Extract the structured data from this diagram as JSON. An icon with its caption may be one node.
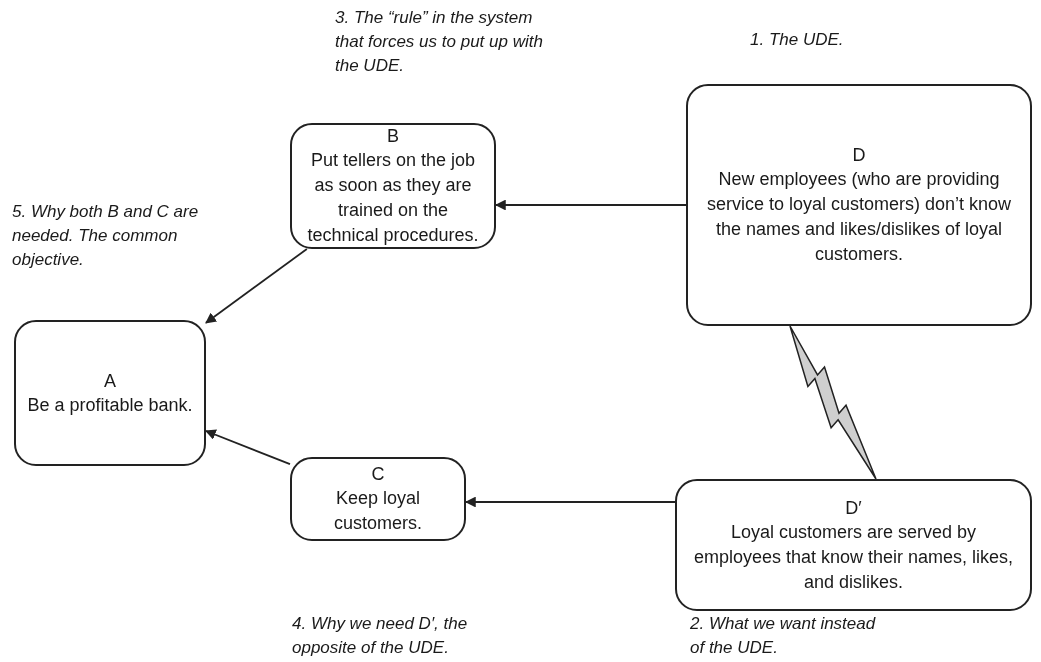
{
  "diagram": {
    "nodes": [
      {
        "text": [
          "A",
          "Be a profitable bank."
        ]
      },
      {
        "text": [
          "B",
          "Put tellers on the job as soon as they are trained on the technical procedures."
        ]
      },
      {
        "text": [
          "C",
          "Keep loyal customers."
        ]
      },
      {
        "text": [
          "D",
          "New employees (who are providing service to loyal customers) don’t know the names and likes/dislikes of loyal customers."
        ]
      },
      {
        "text": [
          "D′",
          "Loyal customers are served by employees that know their names, likes, and dislikes."
        ]
      }
    ],
    "edges": [
      {
        "from": 1,
        "to": 0,
        "arrow": "to"
      },
      {
        "from": 2,
        "to": 0,
        "arrow": "to"
      },
      {
        "from": 3,
        "to": 1,
        "arrow": "to"
      },
      {
        "from": 4,
        "to": 2,
        "arrow": "to"
      },
      {
        "from": 3,
        "to": 4,
        "arrow": "none"
      }
    ],
    "labels": [
      "3. The “rule” in the system that forces us to put up with the UDE.",
      "1. The UDE.",
      "5. Why both B and C are needed. The common objective.",
      "4. Why we need D′, the opposite of the UDE.",
      "2. What we want instead of the UDE."
    ]
  }
}
